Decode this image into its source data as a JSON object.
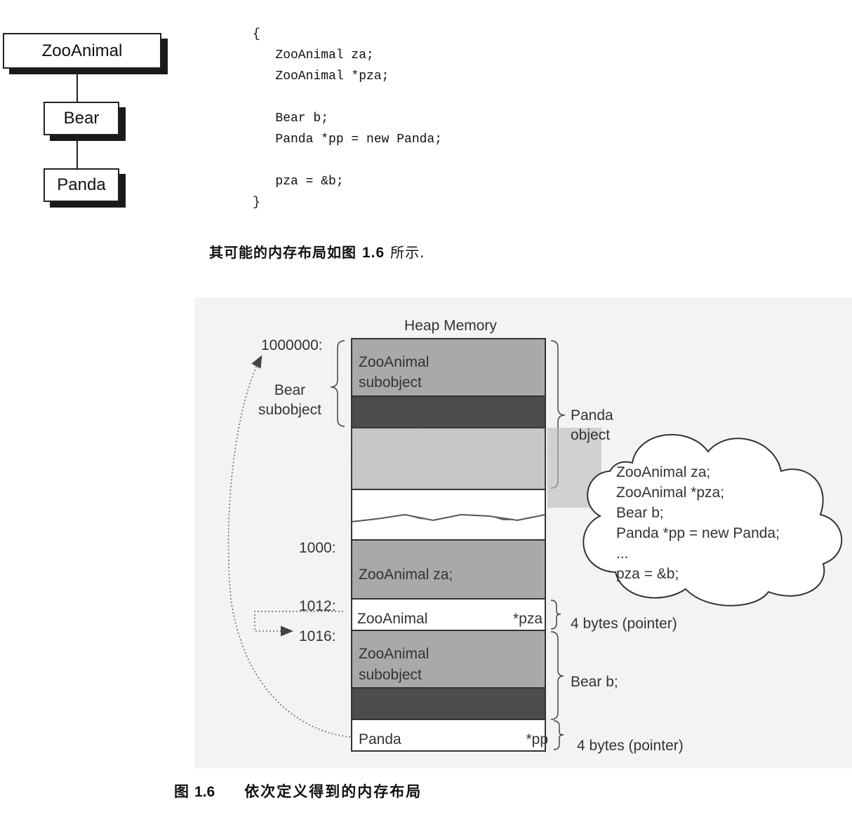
{
  "hierarchy": {
    "nodes": [
      "ZooAnimal",
      "Bear",
      "Panda"
    ]
  },
  "code_lines": [
    "{",
    "   ZooAnimal za;",
    "   ZooAnimal *pza;",
    "",
    "   Bear b;",
    "   Panda *pp = new Panda;",
    "",
    "   pza = &b;",
    "}"
  ],
  "sentence": {
    "prefix": "其可能的内存布局如图",
    "figure_ref": "1.6",
    "suffix": "所示."
  },
  "figure": {
    "title": "Heap Memory",
    "addresses": {
      "top": "1000000:",
      "a1000": "1000:",
      "a1012": "1012:",
      "a1016": "1016:"
    },
    "bear_subobject": [
      "Bear",
      "subobject"
    ],
    "panda_object": [
      "Panda",
      "object"
    ],
    "cells": {
      "zoo_sub_top": [
        "ZooAnimal",
        "subobject"
      ],
      "za": "ZooAnimal za;",
      "pza_type": "ZooAnimal",
      "pza_name": "*pza",
      "zoo_sub_bottom": [
        "ZooAnimal",
        "subobject"
      ],
      "pp_type": "Panda",
      "pp_name": "*pp"
    },
    "annotations": {
      "pza_size": "4 bytes (pointer)",
      "bear_b": "Bear b;",
      "pp_size": "4 bytes (pointer)"
    },
    "cloud_lines": [
      "ZooAnimal za;",
      "ZooAnimal *pza;",
      "Bear b;",
      "Panda *pp = new Panda;",
      "...",
      "pza = &b;"
    ],
    "colors": {
      "gray_cell": "#a9a9a9",
      "dark_cell": "#4d4d4d",
      "texture_cell": "#c8c8c8",
      "background": "#f3f3f3"
    }
  },
  "caption": {
    "label": "图",
    "number": "1.6",
    "text": "依次定义得到的内存布局"
  }
}
